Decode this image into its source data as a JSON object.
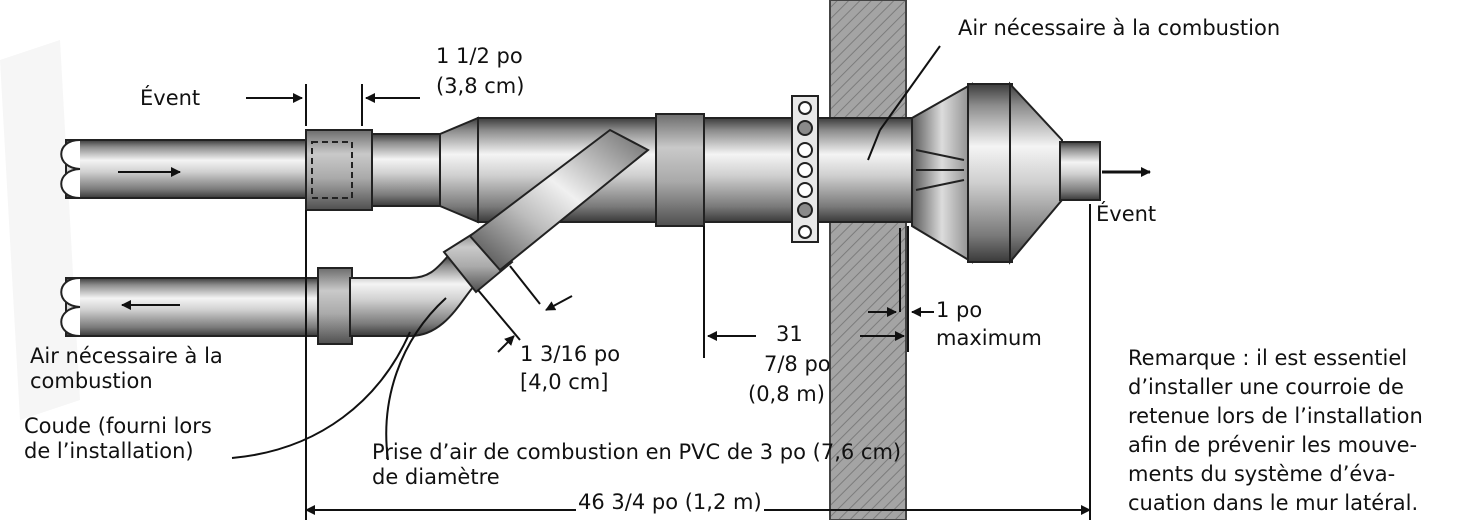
{
  "labels": {
    "event_left": "Évent",
    "event_right": "Évent",
    "dim_1_5_line1": "1 1/2 po",
    "dim_1_5_line2": "(3,8 cm)",
    "air_top": "Air nécessaire à la combustion",
    "air_bottom_left": "Air nécessaire à la\ncombustion",
    "coude": "Coude (fourni lors\nde l’installation)",
    "dim_1_3_16_line1": "1 3/16 po",
    "dim_1_3_16_line2": "[4,0 cm]",
    "dim_31_line1": "31",
    "dim_31_line2": "7/8 po",
    "dim_31_line3": "(0,8 m)",
    "dim_1po_line1": "1 po",
    "dim_1po_line2": "maximum",
    "prise": "Prise d’air de combustion en PVC de 3 po (7,6 cm)\nde diamètre",
    "dim_overall": "46 3/4 po (1,2 m)",
    "remarque": "Remarque : il est essentiel\nd’installer une courroie de\nretenue lors de l’installation\nafin de prévenir les mouve-\nments du système d’éva-\ncuation dans le mur latéral."
  },
  "colors": {
    "pipe_light": "#f2f2f2",
    "pipe_mid": "#a8a8a8",
    "pipe_dark": "#4a4a4a",
    "wall_fill": "#9a9a9a",
    "line": "#111111"
  }
}
